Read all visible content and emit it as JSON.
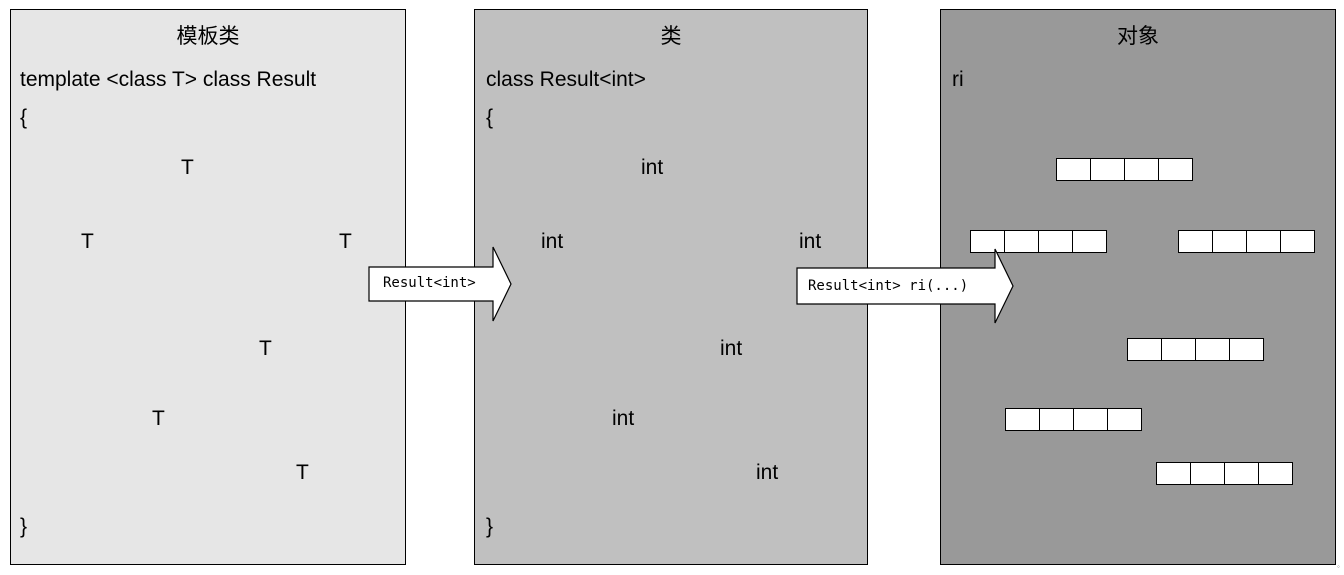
{
  "template_panel": {
    "title": "模板类",
    "declaration": "template <class T> class Result",
    "open_brace": "{",
    "close_brace": "}",
    "members": [
      "T",
      "T",
      "T",
      "T",
      "T",
      "T"
    ]
  },
  "class_panel": {
    "title": "类",
    "declaration": "class Result<int>",
    "open_brace": "{",
    "close_brace": "}",
    "members": [
      "int",
      "int",
      "int",
      "int",
      "int",
      "int"
    ]
  },
  "object_panel": {
    "title": "对象",
    "name": "ri",
    "arrays": [
      {
        "cells": 4
      },
      {
        "cells": 4
      },
      {
        "cells": 4
      },
      {
        "cells": 4
      },
      {
        "cells": 4
      },
      {
        "cells": 4
      }
    ]
  },
  "arrows": {
    "instantiate_class": "Result<int>",
    "instantiate_object": "Result<int> ri(...)"
  },
  "colors": {
    "template_fill": "#e6e6e6",
    "class_fill": "#c0c0c0",
    "object_fill": "#999999"
  }
}
